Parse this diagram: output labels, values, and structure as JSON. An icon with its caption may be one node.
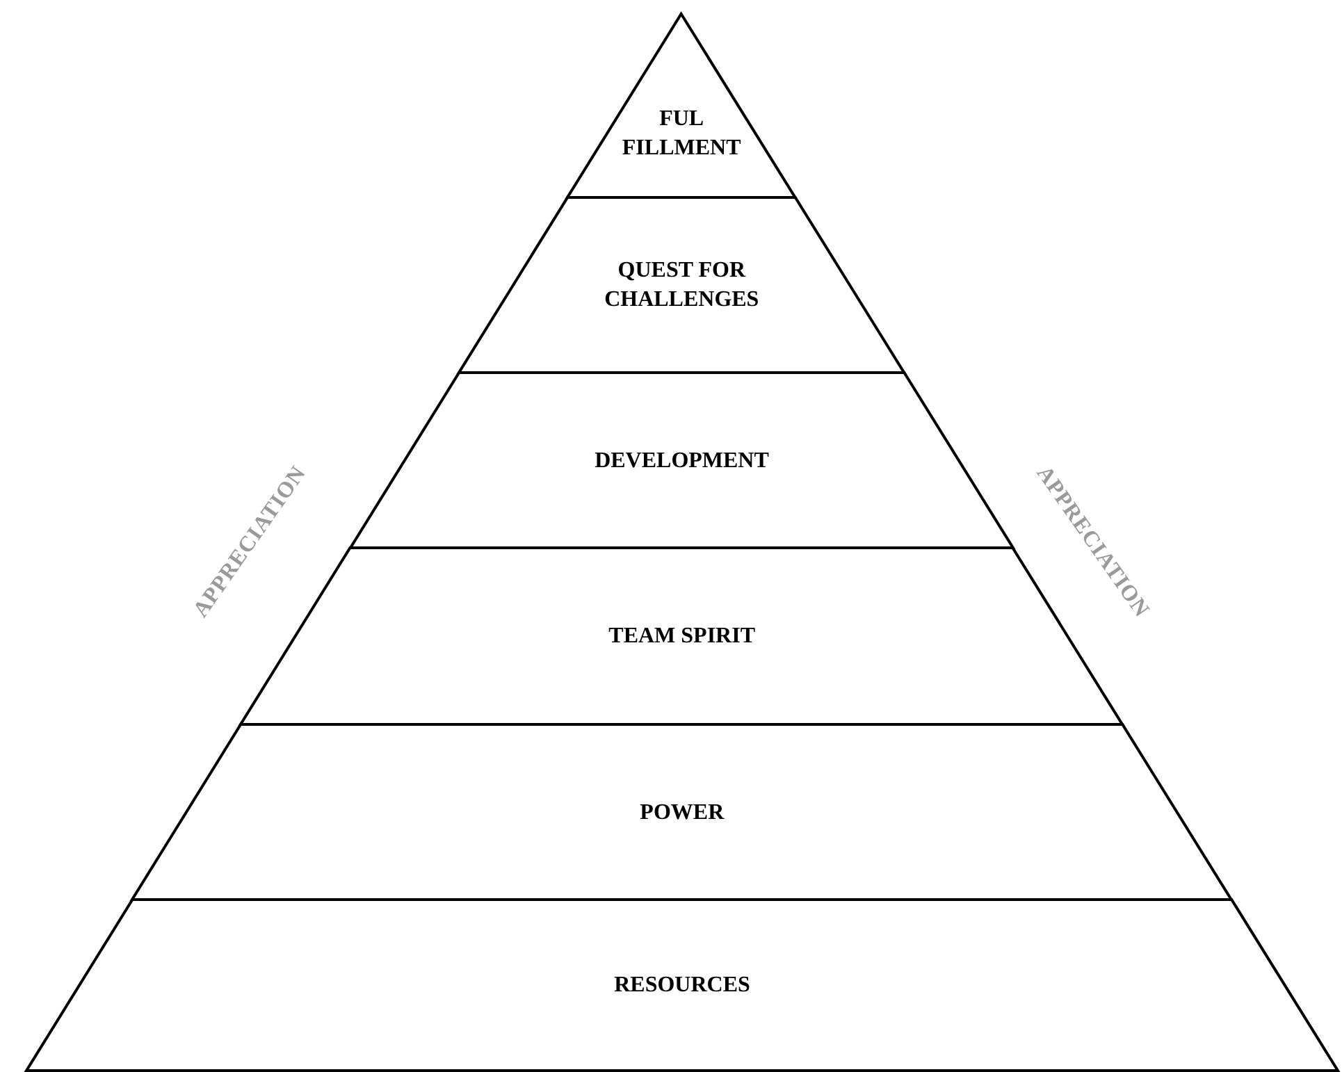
{
  "diagram": {
    "nodes": [
      {
        "text": [
          "FUL FILLMENT"
        ]
      },
      {
        "text": [
          "QUEST FOR CHALLENGES"
        ]
      },
      {
        "text": [
          "DEVELOPMENT"
        ]
      },
      {
        "text": [
          "TEAM SPIRIT"
        ]
      },
      {
        "text": [
          "POWER"
        ]
      },
      {
        "text": [
          "RESOURCES"
        ]
      }
    ],
    "edges": [],
    "labels": [
      "APPRECIATION",
      "APPRECIATION"
    ]
  }
}
